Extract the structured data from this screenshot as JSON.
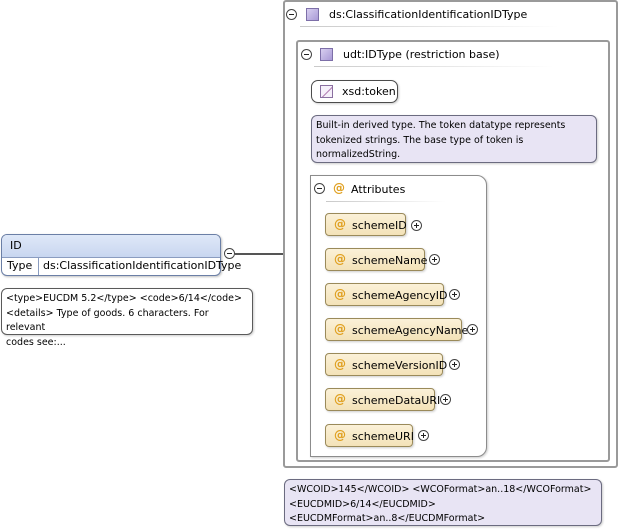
{
  "element": {
    "name": "ID",
    "type_label": "Type",
    "type_value": "ds:ClassificationIdentificationIDType"
  },
  "element_note": {
    "line1": "<type>EUCDM 5.2</type> <code>6/14</code>",
    "line2": "<details> Type of goods. 6 characters. For relevant",
    "line3": "codes see:..."
  },
  "complex_type": {
    "name": "ds:ClassificationIdentificationIDType"
  },
  "base_type": {
    "name": "udt:IDType (restriction base)"
  },
  "simple_type": {
    "name": "xsd:token",
    "note_line1": "Built-in derived type. The token datatype represents",
    "note_line2": "tokenized strings. The base type of token is",
    "note_line3": "normalizedString."
  },
  "attributes_group": {
    "label": "Attributes",
    "items": [
      {
        "name": "schemeID"
      },
      {
        "name": "schemeName"
      },
      {
        "name": "schemeAgencyID"
      },
      {
        "name": "schemeAgencyName"
      },
      {
        "name": "schemeVersionID"
      },
      {
        "name": "schemeDataURI"
      },
      {
        "name": "schemeURI"
      }
    ]
  },
  "bottom_note": {
    "line1": "<WCOID>145</WCOID> <WCOFormat>an..18</WCOFormat>",
    "line2": "<EUCDMID>6/14</EUCDMID>",
    "line3": "<EUCDMFormat>an..8</EUCDMFormat>"
  },
  "colors": {
    "element_header": "#c8d6f0",
    "attribute_fill": "#f3e2b8",
    "note_fill": "#e8e4f4",
    "attribute_icon": "#e0a020"
  }
}
